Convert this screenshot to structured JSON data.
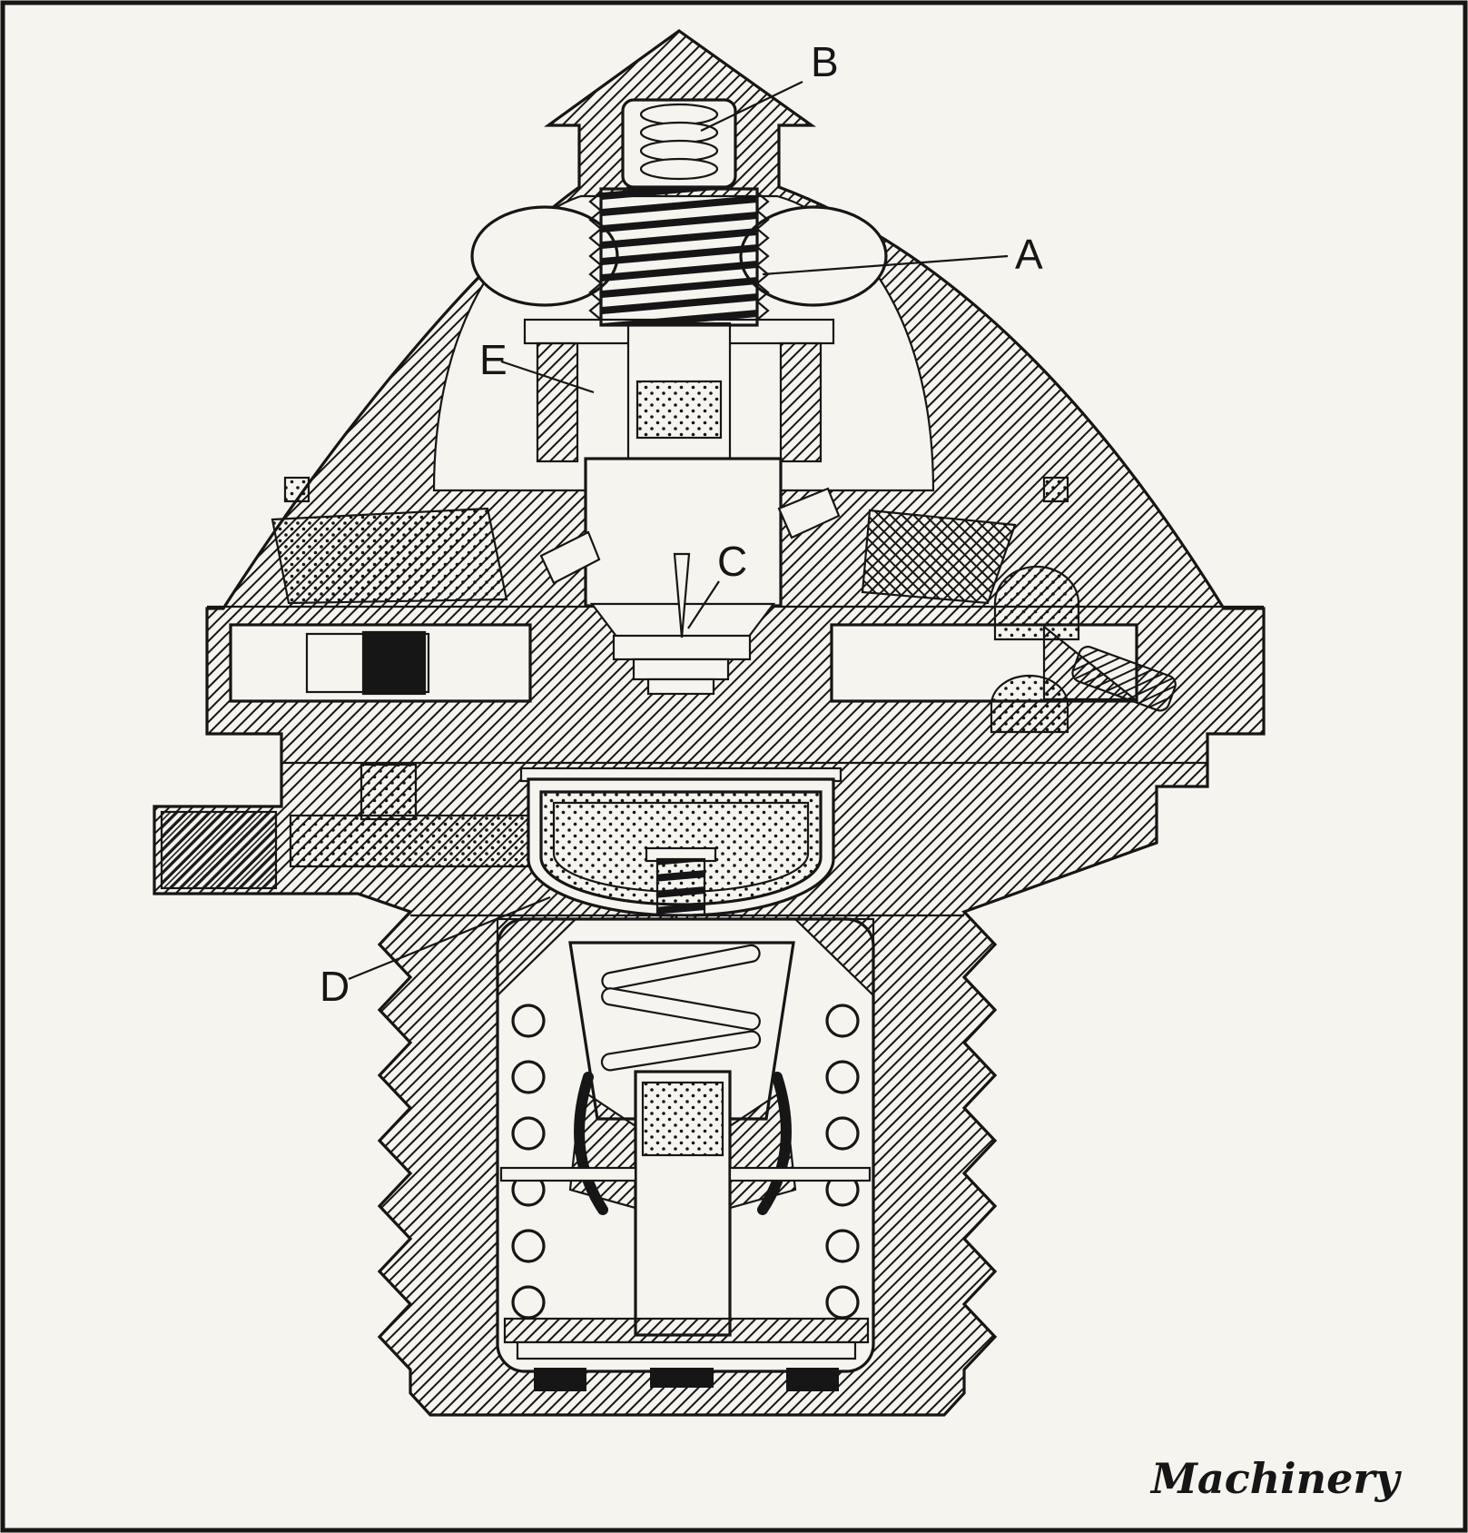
{
  "palette": {
    "ink": "#161616",
    "paper": "#f6f4ef"
  },
  "figure": {
    "callouts": {
      "a": "A",
      "b": "B",
      "c": "C",
      "d": "D",
      "e": "E"
    },
    "credit": "Machinery"
  }
}
